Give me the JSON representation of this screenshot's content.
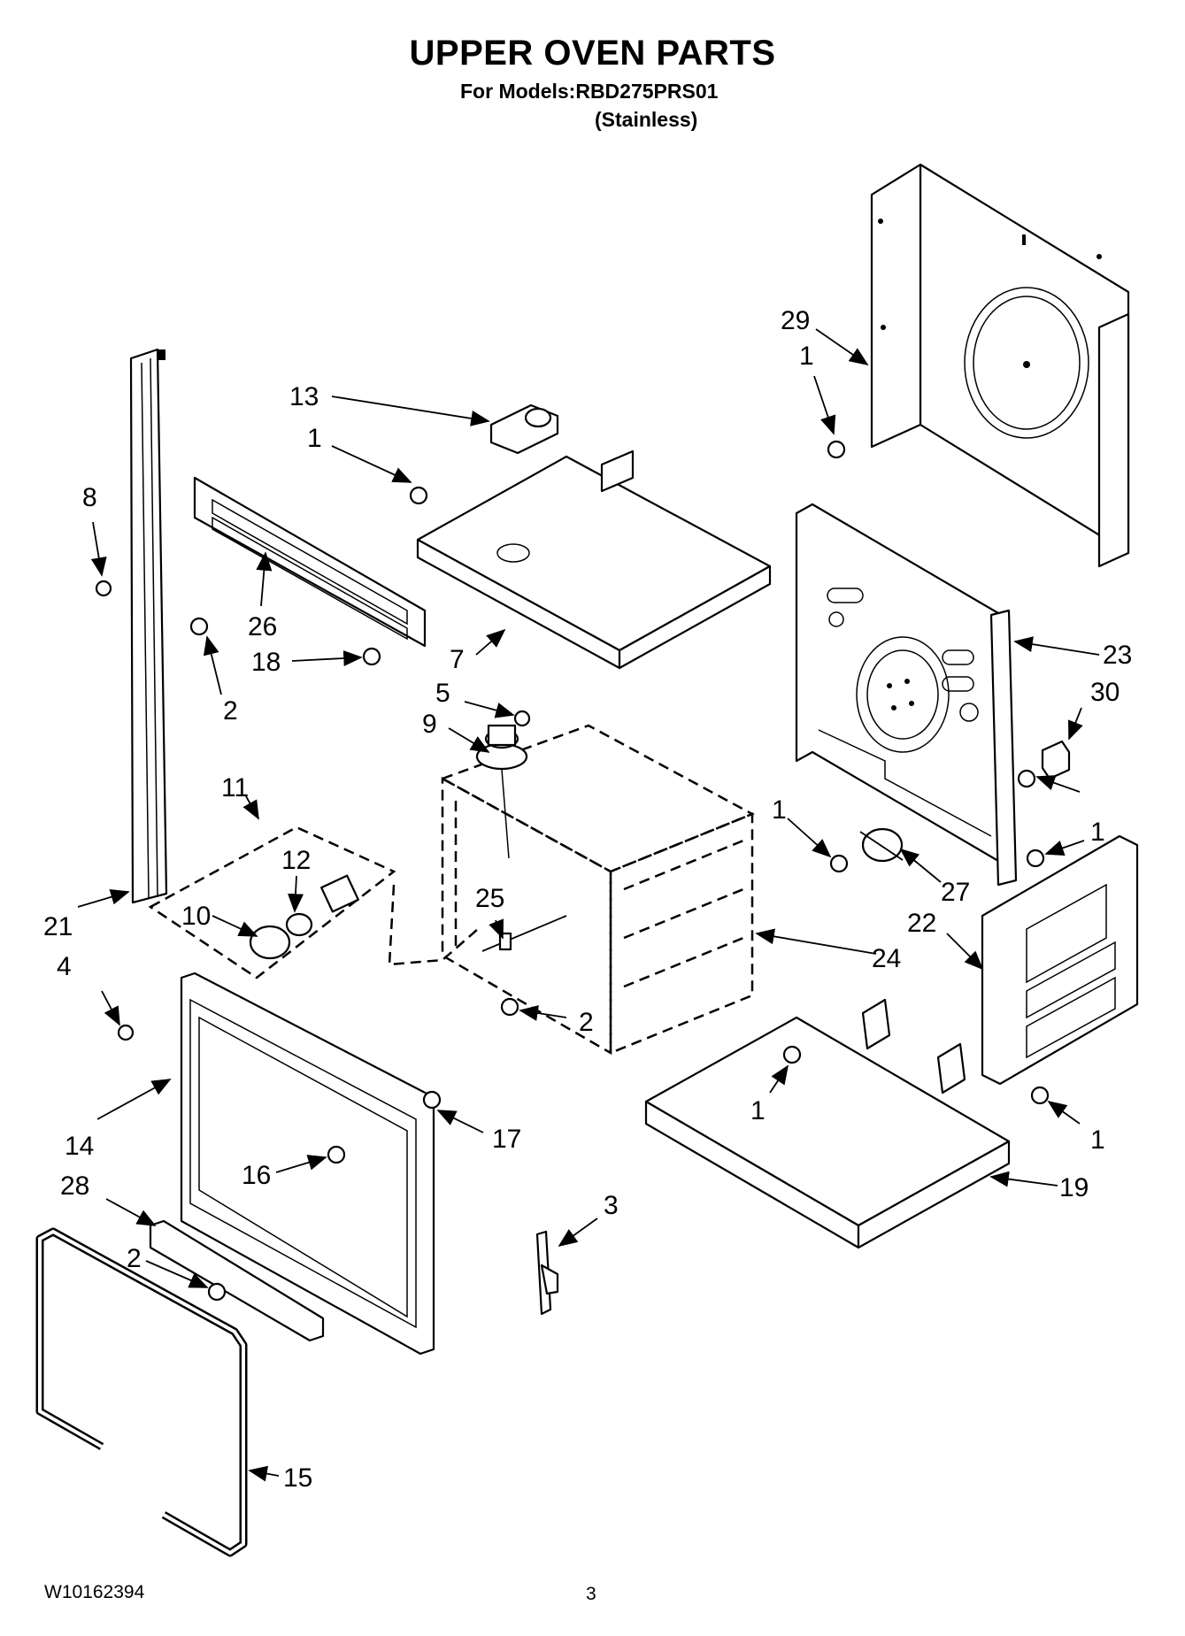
{
  "header": {
    "title": "UPPER OVEN PARTS",
    "models_line": "For Models:RBD275PRS01",
    "finish_line": "(Stainless)"
  },
  "footer": {
    "doc_number": "W10162394",
    "page_number": "3"
  },
  "callouts": {
    "c29": "29",
    "c1_a": "1",
    "c13": "13",
    "c1_b": "1",
    "c8": "8",
    "c26": "26",
    "c18": "18",
    "c2_a": "2",
    "c7": "7",
    "c23": "23",
    "c5": "5",
    "c30": "30",
    "c9": "9",
    "c11": "11",
    "c12": "12",
    "c1_c": "1",
    "c1_d": "1",
    "c27": "27",
    "c25": "25",
    "c10": "10",
    "c21": "21",
    "c22": "22",
    "c24": "24",
    "c4": "4",
    "c2_b": "2",
    "c1_e": "1",
    "c1_f": "1",
    "c14": "14",
    "c17": "17",
    "c16": "16",
    "c19": "19",
    "c28": "28",
    "c3": "3",
    "c2_c": "2",
    "c15": "15"
  }
}
